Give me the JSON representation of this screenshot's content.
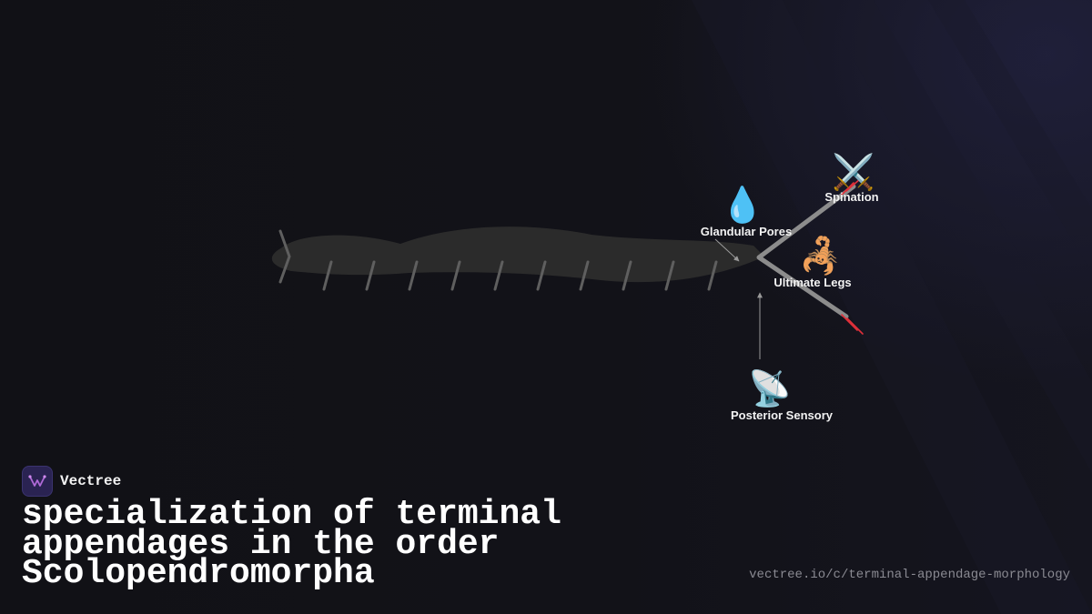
{
  "brand": {
    "name": "Vectree",
    "logo_icon": "vectree-logo-icon",
    "logo_color": "#2a2352",
    "logo_accent": "#b06ad8"
  },
  "title": {
    "line1": "specialization of terminal",
    "line2": "appendages in the order",
    "line3": "Scolopendromorpha"
  },
  "url": "vectree.io/c/terminal-appendage-morphology",
  "diagram": {
    "body_color": "#2b2b2b",
    "leg_color": "#5f5f5f",
    "appendage_color": "#8c8c8c",
    "spine_color": "#e0303a",
    "callouts": [
      {
        "id": "spination",
        "label": "Spination",
        "icon": "crossed-swords-icon",
        "glyph": "⚔️"
      },
      {
        "id": "glandular-pores",
        "label": "Glandular Pores",
        "icon": "droplet-icon",
        "glyph": "💧"
      },
      {
        "id": "ultimate-legs",
        "label": "Ultimate Legs",
        "icon": "scorpion-icon",
        "glyph": "🦂"
      },
      {
        "id": "posterior-sensory",
        "label": "Posterior Sensory",
        "icon": "satellite-dish-icon",
        "glyph": "📡"
      }
    ]
  }
}
